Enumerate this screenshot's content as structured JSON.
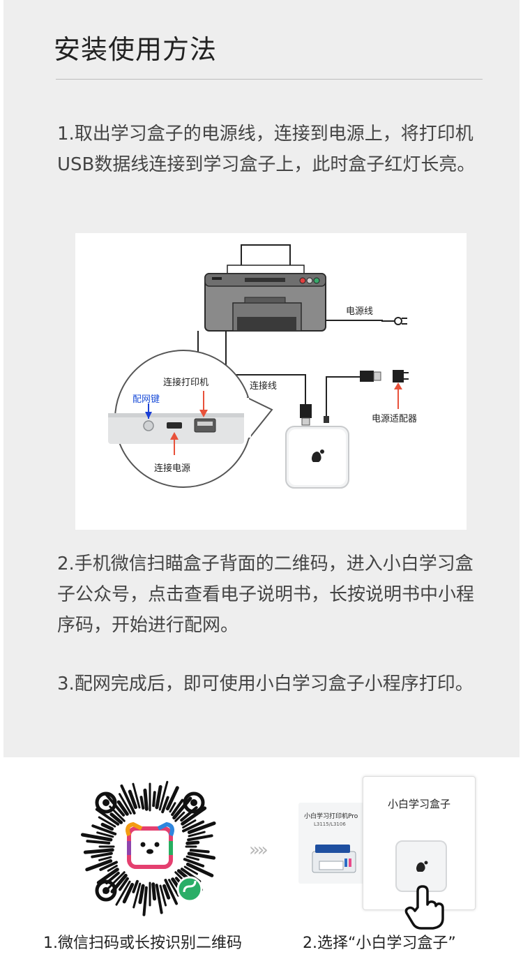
{
  "section_title": "安装使用方法",
  "steps": [
    "1.取出学习盒子的电源线，连接到电源上，将打印机USB数据线连接到学习盒子上，此时盒子红灯长亮。",
    "2.手机微信扫瞄盒子背面的二维码，进入小白学习盒子公众号，点击查看电子说明书，长按说明书中小程序码，开始进行配网。",
    "3.配网完成后，即可使用小白学习盒子小程序打印。"
  ],
  "diagram": {
    "power_cord": "电源线",
    "connect_cable": "连接线",
    "connect_printer": "连接打印机",
    "network_key": "配网键",
    "connect_power": "连接电源",
    "power_adapter": "电源适配器"
  },
  "guide": {
    "step1_caption": "1.微信扫码或长按识别二维码",
    "step2_caption": "2.选择“小白学习盒子”",
    "printer_card_title": "小白学习打印机Pro",
    "printer_card_model": "L3115/L3106",
    "box_card_title": "小白学习盒子",
    "arrows": "»»"
  },
  "colors": {
    "background": "#eeeeee",
    "arrow_red": "#e8513a",
    "arrow_blue": "#1a3fd6",
    "label_blue": "#1d4fd8",
    "wechat_green": "#2aae67"
  }
}
